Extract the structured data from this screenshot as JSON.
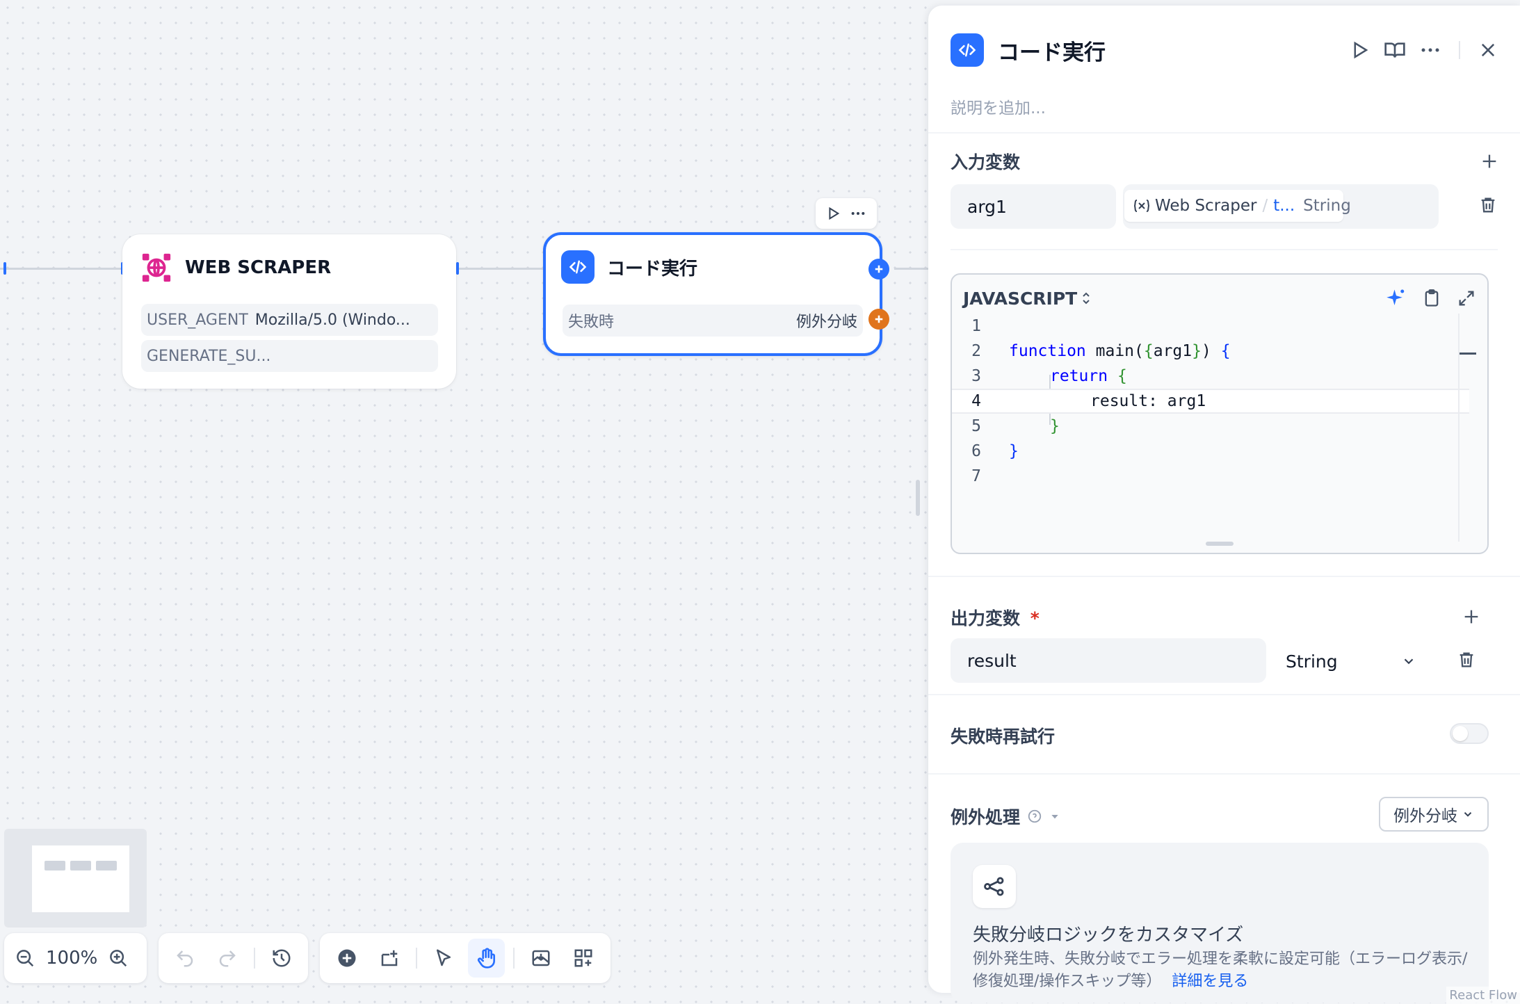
{
  "canvas": {
    "scraper_node": {
      "title": "WEB SCRAPER",
      "rows": [
        {
          "key": "USER_AGENT",
          "value": "Mozilla/5.0 (Windo..."
        },
        {
          "key": "GENERATE_SU...",
          "value": ""
        }
      ]
    },
    "code_node": {
      "title": "コード実行",
      "fail_label": "失敗時",
      "fail_value": "例外分岐"
    },
    "zoom": "100%",
    "attribution": "React Flow"
  },
  "panel": {
    "title": "コード実行",
    "description_placeholder": "説明を追加...",
    "input_section": {
      "title": "入力変数",
      "var_name": "arg1",
      "source_node": "Web Scraper",
      "source_sep": "/",
      "source_var": "t...",
      "source_type": "String"
    },
    "editor": {
      "language": "JAVASCRIPT",
      "lines": [
        {
          "n": "1"
        },
        {
          "n": "2"
        },
        {
          "n": "3"
        },
        {
          "n": "4"
        },
        {
          "n": "5"
        },
        {
          "n": "6"
        },
        {
          "n": "7"
        }
      ],
      "code": {
        "l2_fn": "function",
        "l2_name": " main(",
        "l2_ob": "{",
        "l2_arg": "arg1",
        "l2_cb": "}",
        "l2_rest": ") ",
        "l2_open": "{",
        "l3_ret": "return",
        "l3_open": "{",
        "l4": "result: arg1",
        "l5_close": "}",
        "l6_close": "}"
      }
    },
    "output_section": {
      "title": "出力変数",
      "required_mark": "*",
      "var_name": "result",
      "type": "String"
    },
    "retry": {
      "title": "失敗時再試行",
      "enabled": false
    },
    "exception": {
      "title": "例外処理",
      "mode": "例外分岐",
      "card_title": "失敗分岐ロジックをカスタマイズ",
      "card_text": "例外発生時、失敗分岐でエラー処理を柔軟に設定可能（エラーログ表示/修復処理/操作スキップ等）",
      "card_link": "詳細を見る"
    }
  },
  "colors": {
    "accent": "#2970ff",
    "fail_handle": "#e0741c",
    "scraper_icon": "#dd2590"
  }
}
